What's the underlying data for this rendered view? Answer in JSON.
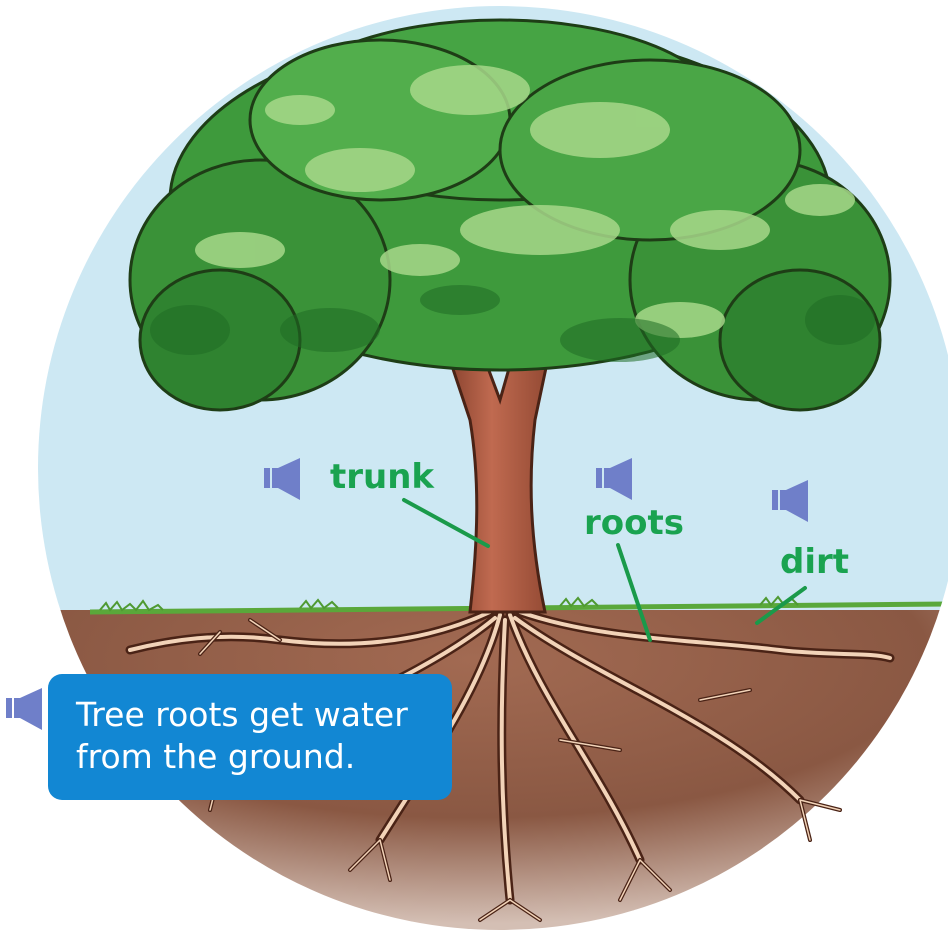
{
  "labels": {
    "trunk": "trunk",
    "roots": "roots",
    "dirt": "dirt"
  },
  "caption": {
    "line1": "Tree roots get water",
    "line2": "from the ground."
  },
  "icons": {
    "speaker": "speaker-icon"
  },
  "colors": {
    "label_green": "#1aa350",
    "caption_blue": "#1287d3",
    "speaker_blue": "#6f7fc9",
    "sky": "#cde8f3",
    "soil": "#8a5a43",
    "grass": "#5aa83a",
    "trunk": "#a85c44",
    "foliage": "#3e9a3c"
  }
}
